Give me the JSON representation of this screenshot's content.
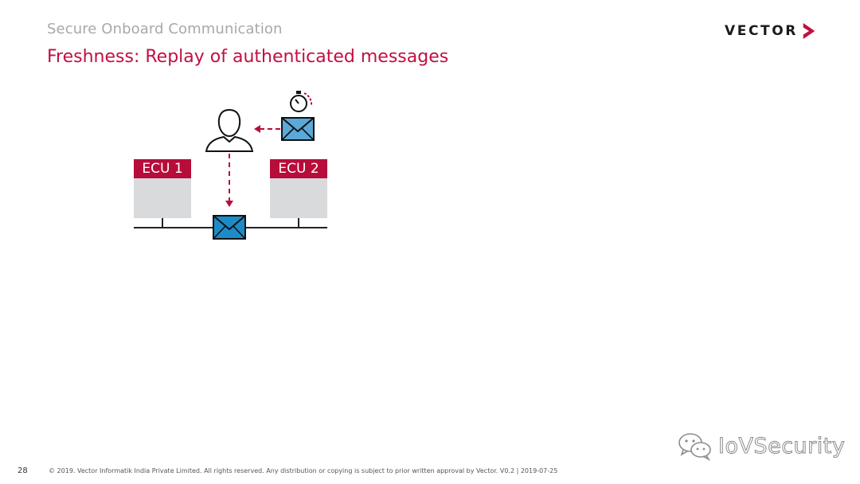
{
  "header": {
    "subtitle": "Secure Onboard Communication",
    "title": "Freshness: Replay of authenticated messages"
  },
  "logo": {
    "text": "VECTOR",
    "brand_color": "#c0103f"
  },
  "diagram": {
    "ecu1_label": "ECU 1",
    "ecu2_label": "ECU 2",
    "icons": [
      "person-icon",
      "stopwatch-icon",
      "envelope-icon"
    ],
    "colors": {
      "accent": "#b70d3a",
      "ecu_body": "#d9dadc",
      "envelope_fill": "#5aa9d8",
      "envelope_bus_fill": "#1c8cc8"
    }
  },
  "footer": {
    "page_number": "28",
    "copyright": "© 2019. Vector Informatik India Private Limited. All rights reserved. Any distribution or copying is subject to prior written approval by Vector. V0.2 | 2019-07-25"
  },
  "watermark": {
    "text": "IoVSecurity"
  }
}
